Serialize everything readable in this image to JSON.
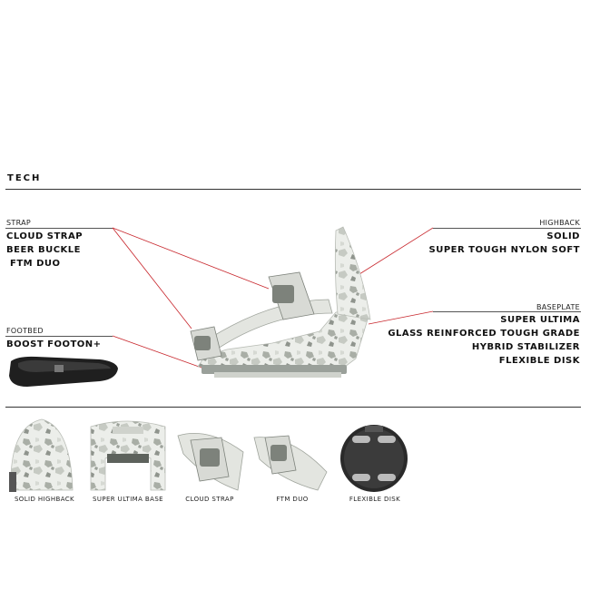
{
  "section_title": "TECH",
  "strap": {
    "label": "STRAP",
    "items": [
      "CLOUD STRAP",
      "BEER BUCKLE",
      " FTM DUO"
    ]
  },
  "footbed": {
    "label": "FOOTBED",
    "items": [
      "BOOST FOOTON+"
    ]
  },
  "highback": {
    "label": "HIGHBACK",
    "items": [
      "SOLID",
      "SUPER TOUGH NYLON SOFT"
    ]
  },
  "baseplate": {
    "label": "BASEPLATE",
    "items": [
      "SUPER ULTIMA",
      "GLASS REINFORCED TOUGH GRADE",
      "HYBRID STABILIZER",
      "FLEXIBLE DISK"
    ]
  },
  "thumbnails": [
    {
      "caption": "SOLID HIGHBACK"
    },
    {
      "caption": "SUPER ULTIMA BASE"
    },
    {
      "caption": "CLOUD STRAP"
    },
    {
      "caption": "FTM DUO"
    },
    {
      "caption": "FLEXIBLE DISK"
    }
  ],
  "colors": {
    "callout_line": "#c8282e",
    "rule": "#333333"
  }
}
